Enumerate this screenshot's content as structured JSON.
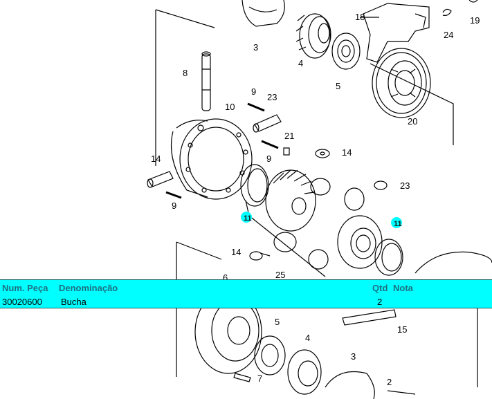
{
  "diagram": {
    "callouts": [
      "3",
      "4",
      "5",
      "18",
      "24",
      "19",
      "8",
      "9",
      "23",
      "10",
      "20",
      "21",
      "14",
      "14",
      "23",
      "9",
      "9",
      "11",
      "11",
      "14",
      "25",
      "6",
      "5",
      "4",
      "3",
      "7",
      "15",
      "2"
    ],
    "highlight_color": "#00ffff"
  },
  "parts_table": {
    "headers": {
      "part_number": "Num. Peça",
      "description": "Denominação",
      "qty": "Qtd",
      "note": "Nota"
    },
    "rows": [
      {
        "part_number": "30020600",
        "description": "Bucha",
        "qty": "2",
        "note": ""
      }
    ]
  }
}
